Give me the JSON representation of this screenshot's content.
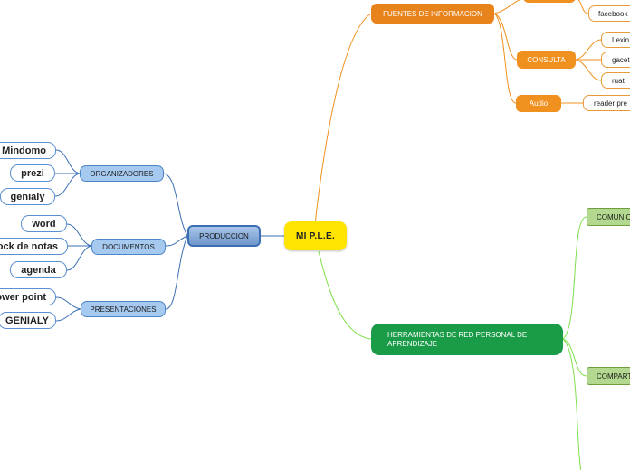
{
  "center": {
    "label": "MI P.L.E."
  },
  "produccion": {
    "label": "PRODUCCION",
    "organizadores": {
      "label": "ORGANIZADORES",
      "items": [
        "Mindomo",
        "prezi",
        "genialy"
      ]
    },
    "documentos": {
      "label": "DOCUMENTOS",
      "items": [
        "word",
        "block de notas",
        "agenda"
      ]
    },
    "presentaciones": {
      "label": "PRESENTACIONES",
      "items": [
        "power point",
        "GENIALY"
      ]
    }
  },
  "fuentes": {
    "label": "FUENTES DE INFORMACION",
    "top_leaf": "facebook",
    "consulta": {
      "label": "CONSULTA",
      "items": [
        "Lexin",
        "gacet",
        "ruat"
      ]
    },
    "audio": {
      "label": "Audio",
      "items": [
        "reader pre"
      ]
    }
  },
  "herramientas": {
    "label": "HERRAMIENTAS DE RED PERSONAL DE APRENDIZAJE",
    "items": [
      "COMUNIC",
      "COMPART"
    ]
  },
  "colors": {
    "center": "#ffe400",
    "produccion_branch": "#3b6fb3",
    "fuentes_branch": "#f0901f",
    "herramientas_branch": "#7ee04a"
  }
}
